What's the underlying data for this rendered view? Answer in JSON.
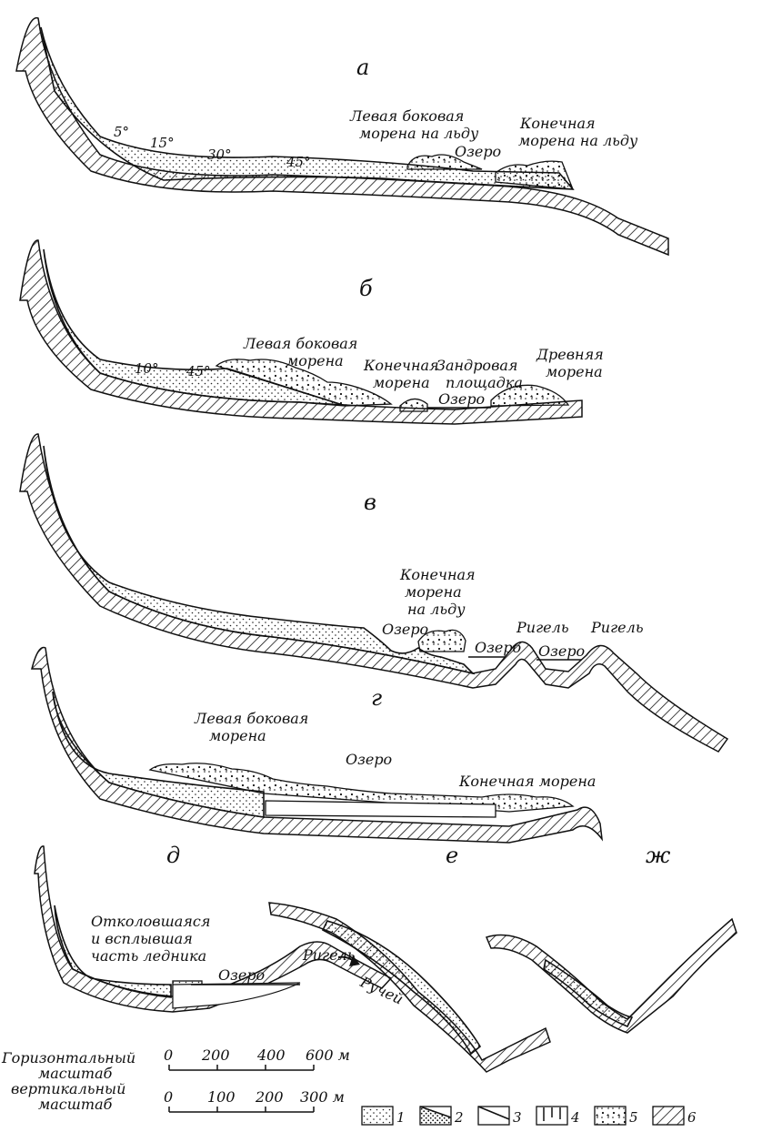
{
  "panels": {
    "a": {
      "letter": "а",
      "left_lateral": [
        "Левая боковая",
        "морена на льду"
      ],
      "lake": "Озеро",
      "terminal": [
        "Конечная",
        "морена на льду"
      ],
      "angles": [
        "5°",
        "15°",
        "30°",
        "45°"
      ]
    },
    "b": {
      "letter": "б",
      "left_lateral": [
        "Левая боковая",
        "морена"
      ],
      "terminal": [
        "Конечная",
        "морена"
      ],
      "sandur": [
        "Зандровая",
        "площадка"
      ],
      "lake": "Озеро",
      "ancient": [
        "Древняя",
        "морена"
      ],
      "angles": [
        "10°",
        "45°"
      ]
    },
    "v": {
      "letter": "в",
      "terminal": [
        "Конечная",
        "морена",
        "на льду"
      ],
      "lake1": "Озеро",
      "lake2": "Озеро",
      "lake3": "Озеро",
      "riegel1": "Ригель",
      "riegel2": "Ригель"
    },
    "g": {
      "letter": "г",
      "left_lateral": [
        "Левая боковая",
        "морена"
      ],
      "lake": "Озеро",
      "terminal": "Конечная морена"
    },
    "d": {
      "letter": "д",
      "broken": [
        "Отколовшаяся",
        "и всплывшая",
        "часть ледника"
      ],
      "lake": "Озеро",
      "riegel": "Ригель",
      "stream": "Ручей"
    },
    "e": {
      "letter": "е"
    },
    "zh": {
      "letter": "ж"
    }
  },
  "scales": {
    "horizontal_label": "Горизонтальный",
    "horizontal_word": "масштаб",
    "horizontal_ticks": [
      "0",
      "200",
      "400",
      "600 м"
    ],
    "vertical_label": "вертикальный",
    "vertical_word": "масштаб",
    "vertical_ticks": [
      "0",
      "100",
      "200",
      "300 м"
    ]
  },
  "legend": [
    "1",
    "2",
    "3",
    "4",
    "5",
    "6"
  ]
}
